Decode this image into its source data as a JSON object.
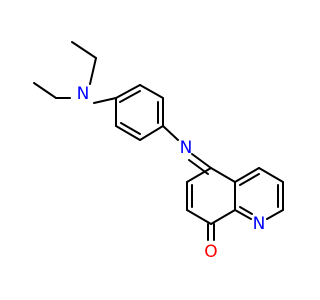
{
  "molecule": {
    "atom_labels": {
      "amine_nitrogen": "N",
      "imine_nitrogen": "N",
      "ring_nitrogen": "N",
      "carbonyl_oxygen": "O"
    },
    "colors": {
      "bond": "#000000",
      "nitrogen": "#0000ff",
      "oxygen": "#ff0000",
      "background": "#ffffff"
    }
  }
}
